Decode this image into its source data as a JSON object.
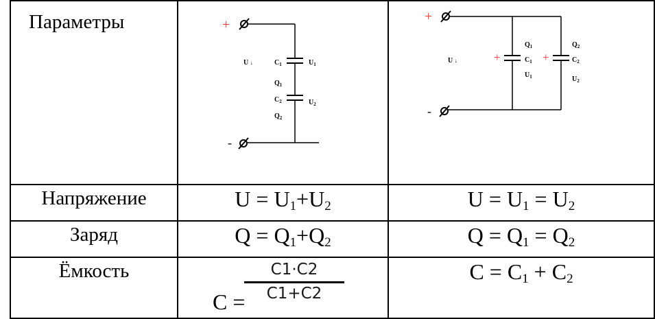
{
  "table": {
    "header_label": "Параметры",
    "rows": [
      {
        "label": "Напряжение",
        "series": {
          "base": "U = U",
          "s1": "1",
          "mid": "+U",
          "s2": "2"
        },
        "parallel": {
          "base": "U = U",
          "s1": "1",
          "mid": " = U",
          "s2": "2"
        }
      },
      {
        "label": "Заряд",
        "series": {
          "base": "Q = Q",
          "s1": "1",
          "mid": "+Q",
          "s2": "2"
        },
        "parallel": {
          "base": "Q = Q",
          "s1": "1",
          "mid": " = Q",
          "s2": "2"
        }
      },
      {
        "label": "Ёмкость",
        "series": {
          "lhs": "C =",
          "numerator": "C1·C2",
          "denominator": "C1+C2"
        },
        "parallel": {
          "base": "C = C",
          "s1": "1",
          "mid": " + C",
          "s2": "2"
        }
      }
    ]
  },
  "diagram_series": {
    "plus": "+",
    "minus": "-",
    "u_label": "U",
    "u_arrow": "↓",
    "c1": "C",
    "c1_sub": "1",
    "u1": "U",
    "u1_sub": "1",
    "q1": "Q",
    "q1_sub": "1",
    "c2": "C",
    "c2_sub": "2",
    "u2": "U",
    "u2_sub": "2",
    "q2": "Q",
    "q2_sub": "2"
  },
  "diagram_parallel": {
    "plus": "+",
    "minus": "-",
    "u_label": "U",
    "u_arrow": "↓",
    "plus_c1": "+",
    "plus_c2": "+",
    "q1": "Q",
    "q1_sub": "1",
    "c1": "C",
    "c1_sub": "1",
    "u1": "U",
    "u1_sub": "1",
    "q2": "Q",
    "q2_sub": "2",
    "c2": "C",
    "c2_sub": "2",
    "u2": "U",
    "u2_sub": "2"
  },
  "colors": {
    "plus_sign": "#ff3333",
    "line": "#000000"
  }
}
